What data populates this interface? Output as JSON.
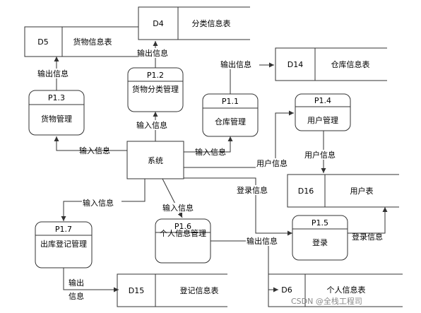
{
  "system": {
    "label": "系统"
  },
  "processes": [
    {
      "key": "p13",
      "id": "P1.3",
      "name": "货物管理"
    },
    {
      "key": "p12",
      "id": "P1.2",
      "name": "货物分类管理"
    },
    {
      "key": "p11",
      "id": "P1.1",
      "name": "仓库管理"
    },
    {
      "key": "p14",
      "id": "P1.4",
      "name": "用户管理"
    },
    {
      "key": "p17",
      "id": "P1.7",
      "name": "出库登记管理"
    },
    {
      "key": "p16",
      "id": "P1.6",
      "name": "个人信息管理"
    },
    {
      "key": "p15",
      "id": "P1.5",
      "name": "登录"
    }
  ],
  "datastores": [
    {
      "key": "d5",
      "id": "D5",
      "name": "货物信息表"
    },
    {
      "key": "d4",
      "id": "D4",
      "name": "分类信息表"
    },
    {
      "key": "d14",
      "id": "D14",
      "name": "仓库信息表"
    },
    {
      "key": "d16",
      "id": "D16",
      "name": "用户表"
    },
    {
      "key": "d15",
      "id": "D15",
      "name": "登记信息表"
    },
    {
      "key": "d6",
      "id": "D6",
      "name": "个人信息表"
    }
  ],
  "flows": {
    "sys_to_p13": "输入信息",
    "p13_to_d5": "输出信息",
    "sys_to_p12": "输入信息",
    "p12_to_d4": "输出信息",
    "sys_to_p11": "输入信息",
    "p11_to_d14": "输出信息",
    "sys_to_p14": "用户信息",
    "p14_to_d16": "用户信息",
    "sys_to_p15": "登录信息",
    "p15_to_d16": "登录信息",
    "sys_to_p17": "输入信息",
    "p17_to_d15_line1": "输出",
    "p17_to_d15_line2": "信息",
    "sys_to_p16": "输入信息",
    "p16_to_d6": "输出信息"
  },
  "watermark": "CSDN @全栈工程司"
}
